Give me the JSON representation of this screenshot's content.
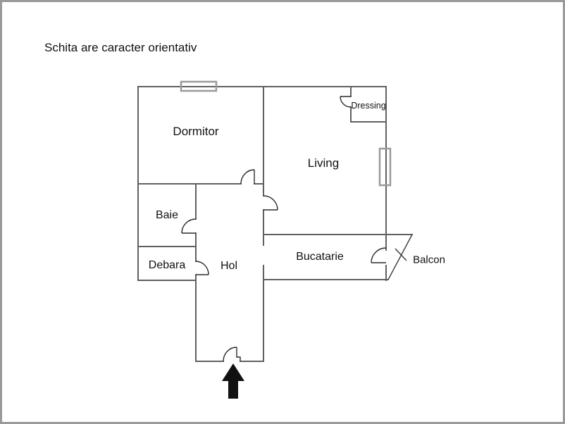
{
  "title": "Schita are caracter orientativ",
  "colors": {
    "background": "#ffffff",
    "frame": "#999999",
    "wall": "#606060",
    "window": "#9a9a9a",
    "door": "#2b2b2b",
    "balcony": "#3a3a3a",
    "arrow": "#111111",
    "text": "#111111"
  },
  "rooms": [
    {
      "id": "dormitor",
      "label": "Dormitor"
    },
    {
      "id": "dressing",
      "label": "Dressing"
    },
    {
      "id": "living",
      "label": "Living"
    },
    {
      "id": "baie",
      "label": "Baie"
    },
    {
      "id": "debara",
      "label": "Debara"
    },
    {
      "id": "hol",
      "label": "Hol"
    },
    {
      "id": "bucatarie",
      "label": "Bucatarie"
    },
    {
      "id": "balcon",
      "label": "Balcon"
    }
  ]
}
